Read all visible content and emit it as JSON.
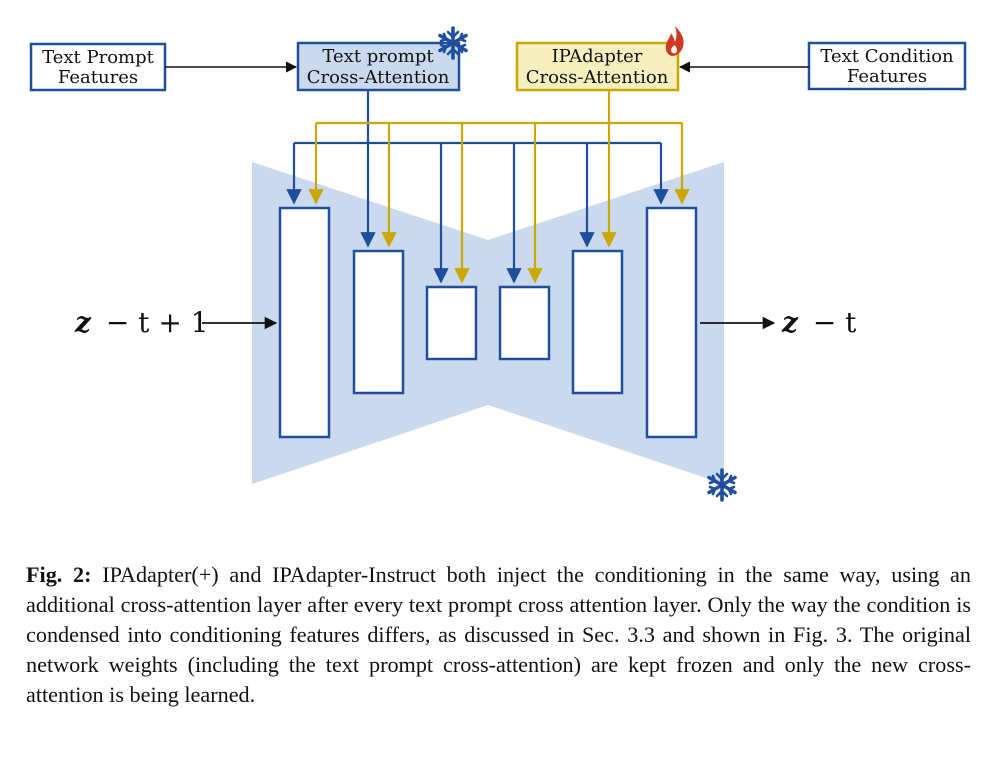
{
  "diagram": {
    "text_prompt_features": [
      "Text Prompt",
      "Features"
    ],
    "text_prompt_cross_attention": [
      "Text prompt",
      "Cross-Attention"
    ],
    "ipadapter_cross_attention": [
      "IPAdapter",
      "Cross-Attention"
    ],
    "text_condition_features": [
      "Text Condition",
      "Features"
    ],
    "input_label": {
      "z": "z",
      "rest": "− t + 1"
    },
    "output_label": {
      "z": "z",
      "rest": "− t"
    },
    "frozen_icon": "snowflake-icon",
    "trainable_icon": "flame-icon",
    "colors": {
      "frozen_blue": "#1f4e9c",
      "frozen_fill": "#cbd9ee",
      "trainable_gold": "#c9a800",
      "trainable_fill": "#f5efbf",
      "unet_shape": "#cbd9ee",
      "flame": "#d0391f"
    }
  },
  "caption": {
    "label": "Fig. 2:",
    "text": " IPAdapter(+) and IPAdapter-Instruct both inject the conditioning in the same way, using an additional cross-attention layer after every text prompt cross attention layer. Only the way the condition is condensed into conditioning features differs, as discussed in Sec. 3.3 and shown in Fig. 3. The original network weights (including the text prompt cross-attention) are kept frozen and only the new cross-attention is being learned."
  }
}
